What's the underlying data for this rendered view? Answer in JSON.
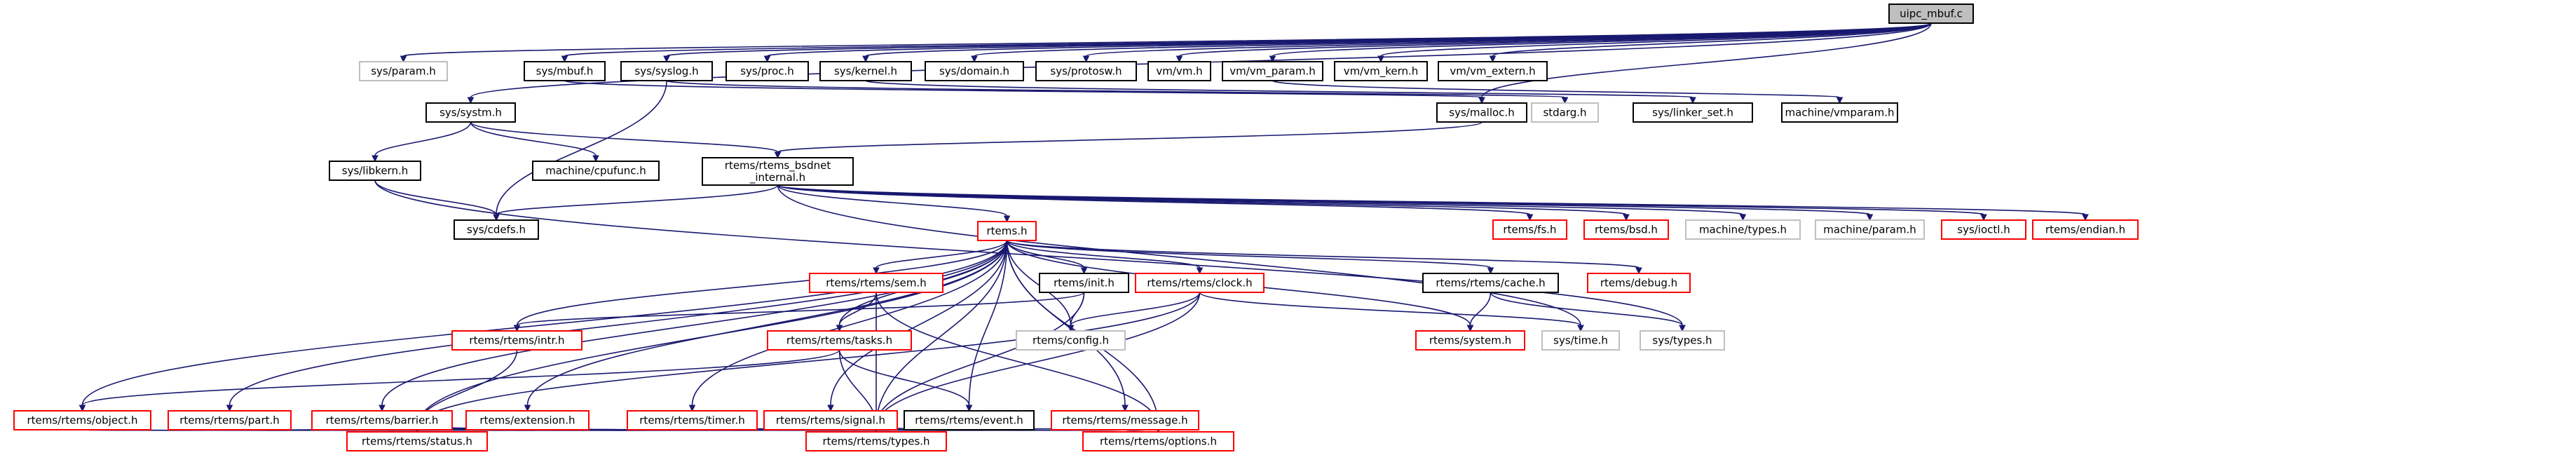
{
  "colors": {
    "edge": "#191970",
    "border_normal": "#000000",
    "border_incomplete": "#ff0000",
    "border_external": "#bfbfbf",
    "fill_root": "#bfbfbf",
    "fill_default": "#ffffff",
    "text": "#000000"
  },
  "nodes": [
    {
      "id": "root",
      "label": "uipc_mbuf.c",
      "style": "root"
    },
    {
      "id": "param",
      "label": "sys/param.h",
      "style": "external"
    },
    {
      "id": "systm",
      "label": "sys/systm.h",
      "style": "normal"
    },
    {
      "id": "mbuf",
      "label": "sys/mbuf.h",
      "style": "normal"
    },
    {
      "id": "syslog",
      "label": "sys/syslog.h",
      "style": "normal"
    },
    {
      "id": "proc",
      "label": "sys/proc.h",
      "style": "normal"
    },
    {
      "id": "kernel",
      "label": "sys/kernel.h",
      "style": "normal"
    },
    {
      "id": "domain",
      "label": "sys/domain.h",
      "style": "normal"
    },
    {
      "id": "protosw",
      "label": "sys/protosw.h",
      "style": "normal"
    },
    {
      "id": "vm",
      "label": "vm/vm.h",
      "style": "normal"
    },
    {
      "id": "vmparam",
      "label": "vm/vm_param.h",
      "style": "normal"
    },
    {
      "id": "vmkern",
      "label": "vm/vm_kern.h",
      "style": "normal"
    },
    {
      "id": "vmextern",
      "label": "vm/vm_extern.h",
      "style": "normal"
    },
    {
      "id": "malloc",
      "label": "sys/malloc.h",
      "style": "normal"
    },
    {
      "id": "stdarg",
      "label": "stdarg.h",
      "style": "external"
    },
    {
      "id": "linkerset",
      "label": "sys/linker_set.h",
      "style": "normal"
    },
    {
      "id": "machvmparam",
      "label": "machine/vmparam.h",
      "style": "normal"
    },
    {
      "id": "libkern",
      "label": "sys/libkern.h",
      "style": "normal"
    },
    {
      "id": "cpufunc",
      "label": "machine/cpufunc.h",
      "style": "normal"
    },
    {
      "id": "bsdnet",
      "label": "rtems/rtems_bsdnet\n_internal.h",
      "style": "normal"
    },
    {
      "id": "cdefs",
      "label": "sys/cdefs.h",
      "style": "normal"
    },
    {
      "id": "rtemsh",
      "label": "rtems.h",
      "style": "incomplete"
    },
    {
      "id": "fs",
      "label": "rtems/fs.h",
      "style": "incomplete"
    },
    {
      "id": "bsd",
      "label": "rtems/bsd.h",
      "style": "incomplete"
    },
    {
      "id": "machtypes",
      "label": "machine/types.h",
      "style": "external"
    },
    {
      "id": "machparam",
      "label": "machine/param.h",
      "style": "external"
    },
    {
      "id": "ioctl",
      "label": "sys/ioctl.h",
      "style": "incomplete"
    },
    {
      "id": "endian",
      "label": "rtems/endian.h",
      "style": "incomplete"
    },
    {
      "id": "sem",
      "label": "rtems/rtems/sem.h",
      "style": "incomplete"
    },
    {
      "id": "init",
      "label": "rtems/init.h",
      "style": "normal"
    },
    {
      "id": "clock",
      "label": "rtems/rtems/clock.h",
      "style": "incomplete"
    },
    {
      "id": "cache",
      "label": "rtems/rtems/cache.h",
      "style": "normal"
    },
    {
      "id": "debug",
      "label": "rtems/debug.h",
      "style": "incomplete"
    },
    {
      "id": "intr",
      "label": "rtems/rtems/intr.h",
      "style": "incomplete"
    },
    {
      "id": "tasks",
      "label": "rtems/rtems/tasks.h",
      "style": "incomplete"
    },
    {
      "id": "config",
      "label": "rtems/config.h",
      "style": "external"
    },
    {
      "id": "systemh",
      "label": "rtems/system.h",
      "style": "incomplete"
    },
    {
      "id": "systime",
      "label": "sys/time.h",
      "style": "external"
    },
    {
      "id": "systypes",
      "label": "sys/types.h",
      "style": "external"
    },
    {
      "id": "object",
      "label": "rtems/rtems/object.h",
      "style": "incomplete"
    },
    {
      "id": "part",
      "label": "rtems/rtems/part.h",
      "style": "incomplete"
    },
    {
      "id": "barrier",
      "label": "rtems/rtems/barrier.h",
      "style": "incomplete"
    },
    {
      "id": "extension",
      "label": "rtems/extension.h",
      "style": "incomplete"
    },
    {
      "id": "timer",
      "label": "rtems/rtems/timer.h",
      "style": "incomplete"
    },
    {
      "id": "signal",
      "label": "rtems/rtems/signal.h",
      "style": "incomplete"
    },
    {
      "id": "event",
      "label": "rtems/rtems/event.h",
      "style": "normal"
    },
    {
      "id": "message",
      "label": "rtems/rtems/message.h",
      "style": "incomplete"
    },
    {
      "id": "status",
      "label": "rtems/rtems/status.h",
      "style": "incomplete"
    },
    {
      "id": "types",
      "label": "rtems/rtems/types.h",
      "style": "incomplete"
    },
    {
      "id": "options",
      "label": "rtems/rtems/options.h",
      "style": "incomplete"
    }
  ],
  "edges": [
    [
      "root",
      "param"
    ],
    [
      "root",
      "systm"
    ],
    [
      "root",
      "mbuf"
    ],
    [
      "root",
      "syslog"
    ],
    [
      "root",
      "proc"
    ],
    [
      "root",
      "kernel"
    ],
    [
      "root",
      "domain"
    ],
    [
      "root",
      "protosw"
    ],
    [
      "root",
      "vm"
    ],
    [
      "root",
      "vmparam"
    ],
    [
      "root",
      "vmkern"
    ],
    [
      "root",
      "vmextern"
    ],
    [
      "root",
      "malloc"
    ],
    [
      "systm",
      "libkern"
    ],
    [
      "systm",
      "cpufunc"
    ],
    [
      "systm",
      "bsdnet"
    ],
    [
      "mbuf",
      "malloc"
    ],
    [
      "syslog",
      "stdarg"
    ],
    [
      "syslog",
      "cdefs"
    ],
    [
      "kernel",
      "linkerset"
    ],
    [
      "vmparam",
      "machvmparam"
    ],
    [
      "malloc",
      "bsdnet"
    ],
    [
      "libkern",
      "cdefs"
    ],
    [
      "libkern",
      "systypes"
    ],
    [
      "bsdnet",
      "rtemsh"
    ],
    [
      "bsdnet",
      "cdefs"
    ],
    [
      "bsdnet",
      "fs"
    ],
    [
      "bsdnet",
      "bsd"
    ],
    [
      "bsdnet",
      "machtypes"
    ],
    [
      "bsdnet",
      "machparam"
    ],
    [
      "bsdnet",
      "ioctl"
    ],
    [
      "bsdnet",
      "endian"
    ],
    [
      "bsdnet",
      "systime"
    ],
    [
      "rtemsh",
      "sem"
    ],
    [
      "rtemsh",
      "init"
    ],
    [
      "rtemsh",
      "clock"
    ],
    [
      "rtemsh",
      "cache"
    ],
    [
      "rtemsh",
      "debug"
    ],
    [
      "rtemsh",
      "intr"
    ],
    [
      "rtemsh",
      "tasks"
    ],
    [
      "rtemsh",
      "config"
    ],
    [
      "rtemsh",
      "systemh"
    ],
    [
      "rtemsh",
      "object"
    ],
    [
      "rtemsh",
      "part"
    ],
    [
      "rtemsh",
      "barrier"
    ],
    [
      "rtemsh",
      "extension"
    ],
    [
      "rtemsh",
      "timer"
    ],
    [
      "rtemsh",
      "signal"
    ],
    [
      "rtemsh",
      "event"
    ],
    [
      "rtemsh",
      "message"
    ],
    [
      "rtemsh",
      "status"
    ],
    [
      "rtemsh",
      "types"
    ],
    [
      "rtemsh",
      "options"
    ],
    [
      "sem",
      "tasks"
    ],
    [
      "sem",
      "types"
    ],
    [
      "sem",
      "options"
    ],
    [
      "init",
      "intr"
    ],
    [
      "init",
      "config"
    ],
    [
      "init",
      "types"
    ],
    [
      "clock",
      "config"
    ],
    [
      "clock",
      "systime"
    ],
    [
      "clock",
      "status"
    ],
    [
      "clock",
      "types"
    ],
    [
      "cache",
      "systemh"
    ],
    [
      "cache",
      "systypes"
    ],
    [
      "intr",
      "status"
    ],
    [
      "tasks",
      "object"
    ],
    [
      "tasks",
      "event"
    ],
    [
      "tasks",
      "types"
    ],
    [
      "object",
      "status"
    ],
    [
      "object",
      "types"
    ],
    [
      "part",
      "status"
    ],
    [
      "part",
      "types"
    ],
    [
      "barrier",
      "status"
    ],
    [
      "barrier",
      "types"
    ],
    [
      "barrier",
      "options"
    ],
    [
      "extension",
      "status"
    ],
    [
      "extension",
      "types"
    ],
    [
      "timer",
      "status"
    ],
    [
      "timer",
      "types"
    ],
    [
      "signal",
      "status"
    ],
    [
      "signal",
      "types"
    ],
    [
      "event",
      "status"
    ],
    [
      "event",
      "types"
    ],
    [
      "event",
      "options"
    ],
    [
      "message",
      "status"
    ],
    [
      "message",
      "types"
    ],
    [
      "message",
      "options"
    ]
  ]
}
